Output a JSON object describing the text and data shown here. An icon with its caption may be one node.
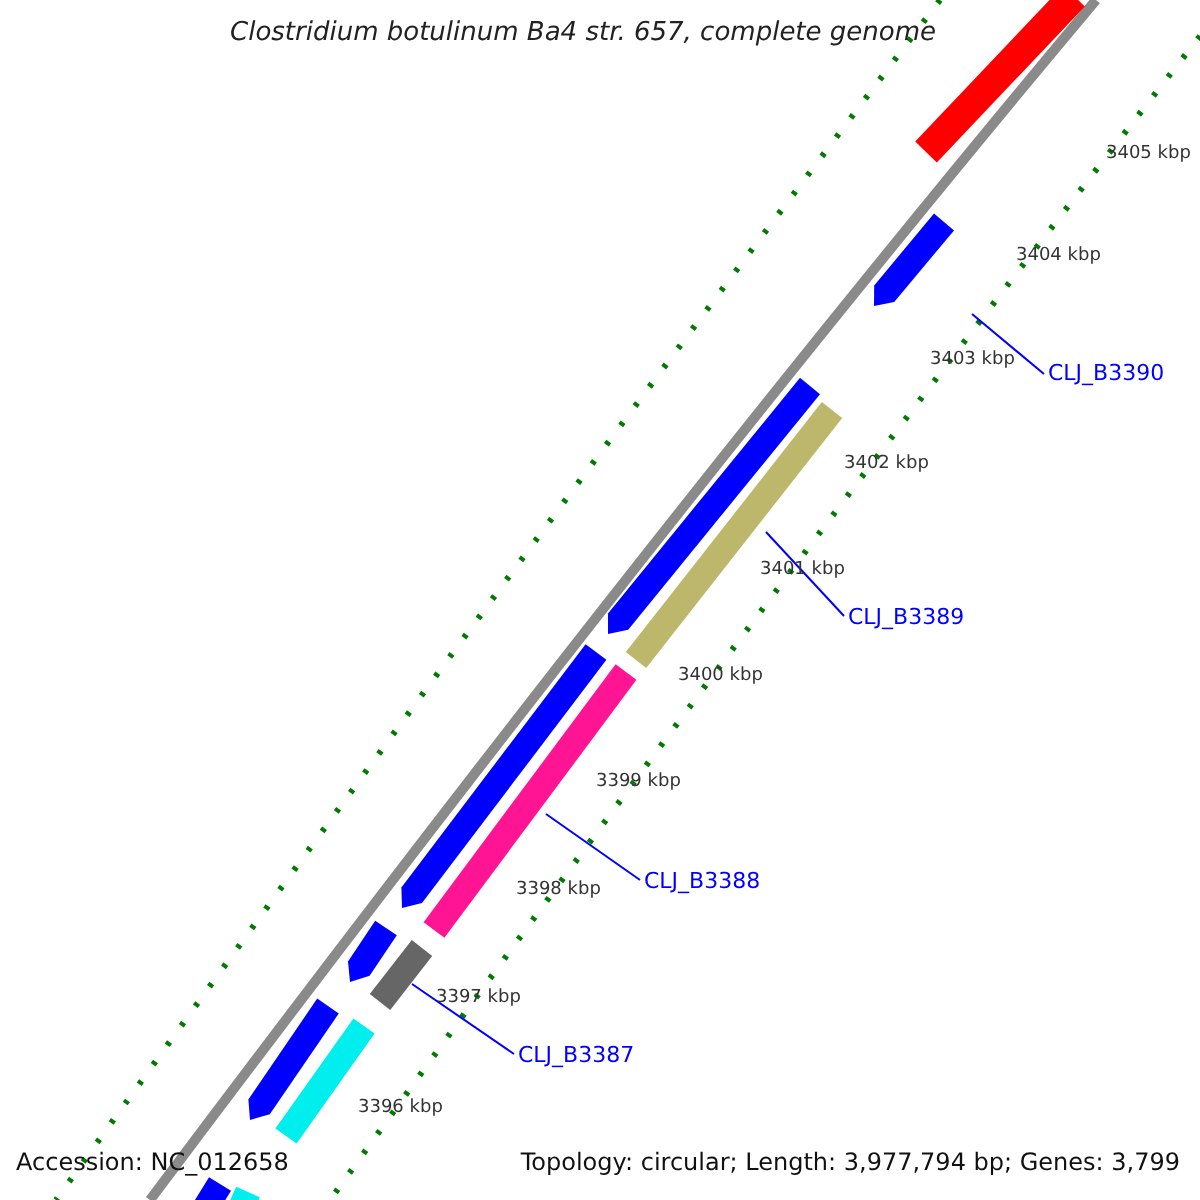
{
  "diagram": {
    "title": "Clostridium botulinum Ba4 str. 657, complete genome",
    "nodes": [
      {
        "text": [
          "CLJ_B3390"
        ]
      },
      {
        "text": [],
        "shape": "bar"
      },
      {
        "text": [],
        "shape": "arrow"
      },
      {
        "text": [],
        "shape": "arrow"
      },
      {
        "text": [
          "CLJ_B3389"
        ]
      },
      {
        "text": [],
        "shape": "bar"
      },
      {
        "text": [],
        "shape": "arrow"
      },
      {
        "text": [
          "CLJ_B3388"
        ]
      },
      {
        "text": [],
        "shape": "bar"
      },
      {
        "text": [],
        "shape": "arrow"
      },
      {
        "text": [],
        "shape": "bar"
      },
      {
        "text": [
          "CLJ_B3387"
        ]
      },
      {
        "text": [],
        "shape": "arrow"
      },
      {
        "text": [],
        "shape": "bar"
      },
      {
        "text": [],
        "shape": "bar"
      },
      {
        "text": [],
        "shape": "bar"
      }
    ],
    "edges": [
      {
        "from": 0,
        "to": null,
        "arrow": "none"
      },
      {
        "from": 4,
        "to": 5,
        "arrow": "none"
      },
      {
        "from": 7,
        "to": 8,
        "arrow": "none"
      },
      {
        "from": 11,
        "to": 10,
        "arrow": "none"
      }
    ],
    "labels": [
      "3405 kbp",
      "3404 kbp",
      "3403 kbp",
      "3402 kbp",
      "3401 kbp",
      "3400 kbp",
      "3399 kbp",
      "3398 kbp",
      "3397 kbp",
      "3396 kbp",
      "Accession: NC_012658",
      "Topology: circular; Length: 3,977,794 bp; Genes: 3,799"
    ]
  }
}
